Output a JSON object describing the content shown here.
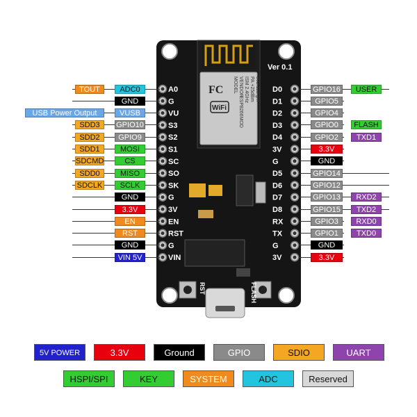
{
  "colors": {
    "5v": "#2222cc",
    "3v3": "#e8000f",
    "ground": "#000000",
    "gpio": "#8a8a8a",
    "sdio": "#f5a623",
    "uart": "#8e44ad",
    "hspi": "#33cc33",
    "key": "#33cc33",
    "system": "#f08a1e",
    "adc": "#22c4e0",
    "reserved": "#d8d8d8",
    "usb": "#6aa7e8"
  },
  "board": {
    "version": "Ver 0.1",
    "module": {
      "text_lines": [
        "MODEL",
        "VENDOR",
        "ESP8266MOD",
        "ISM 2.4GHz",
        "PA +25dBm",
        "802.11b/g/n"
      ]
    },
    "buttons": {
      "reset": "RST",
      "flash": "FLASH"
    },
    "left_pins": [
      "A0",
      "G",
      "VU",
      "S3",
      "S2",
      "S1",
      "SC",
      "SO",
      "SK",
      "G",
      "3V",
      "EN",
      "RST",
      "G",
      "VIN"
    ],
    "right_pins": [
      "D0",
      "D1",
      "D2",
      "D3",
      "D4",
      "3V",
      "G",
      "D5",
      "D6",
      "D7",
      "D8",
      "RX",
      "TX",
      "G",
      "3V"
    ]
  },
  "left_labels": [
    {
      "outer": "TOUT",
      "inner": "ADC0",
      "outer_type": "system",
      "inner_type": "adc"
    },
    {
      "outer": "",
      "inner": "GND",
      "inner_type": "ground"
    },
    {
      "outer": "USB Power Output",
      "inner": "VUSB",
      "outer_type": "usb",
      "inner_type": "usb"
    },
    {
      "outer": "SDD3",
      "inner": "GPIO10",
      "outer_type": "sdio",
      "inner_type": "gpio"
    },
    {
      "outer": "SDD2",
      "inner": "GPIO9",
      "outer_type": "sdio",
      "inner_type": "gpio"
    },
    {
      "outer": "SDD1",
      "inner": "MOSI",
      "outer_type": "sdio",
      "inner_type": "hspi"
    },
    {
      "outer": "SDCMD",
      "inner": "CS",
      "outer_type": "sdio",
      "inner_type": "hspi"
    },
    {
      "outer": "SDD0",
      "inner": "MISO",
      "outer_type": "sdio",
      "inner_type": "hspi"
    },
    {
      "outer": "SDCLK",
      "inner": "SCLK",
      "outer_type": "sdio",
      "inner_type": "hspi"
    },
    {
      "outer": "",
      "inner": "GND",
      "inner_type": "ground"
    },
    {
      "outer": "",
      "inner": "3.3V",
      "inner_type": "3v3"
    },
    {
      "outer": "",
      "inner": "EN",
      "inner_type": "system"
    },
    {
      "outer": "",
      "inner": "RST",
      "inner_type": "system"
    },
    {
      "outer": "",
      "inner": "GND",
      "inner_type": "ground"
    },
    {
      "outer": "",
      "inner": "VIN 5V",
      "inner_type": "5v"
    }
  ],
  "right_labels": [
    {
      "inner": "GPIO16",
      "outer": "USER",
      "inner_type": "gpio",
      "outer_type": "key"
    },
    {
      "inner": "GPIO5",
      "outer": "",
      "inner_type": "gpio"
    },
    {
      "inner": "GPIO4",
      "outer": "",
      "inner_type": "gpio"
    },
    {
      "inner": "GPIO0",
      "outer": "FLASH",
      "inner_type": "gpio",
      "outer_type": "key"
    },
    {
      "inner": "GPIO2",
      "outer": "TXD1",
      "inner_type": "gpio",
      "outer_type": "uart"
    },
    {
      "inner": "3.3V",
      "outer": "",
      "inner_type": "3v3"
    },
    {
      "inner": "GND",
      "outer": "",
      "inner_type": "ground"
    },
    {
      "inner": "GPIO14",
      "outer": "",
      "inner_type": "gpio"
    },
    {
      "inner": "GPIO12",
      "outer": "",
      "inner_type": "gpio"
    },
    {
      "inner": "GPIO13",
      "outer": "RXD2",
      "inner_type": "gpio",
      "outer_type": "uart"
    },
    {
      "inner": "GPIO15",
      "outer": "TXD2",
      "inner_type": "gpio",
      "outer_type": "uart"
    },
    {
      "inner": "GPIO3",
      "outer": "RXD0",
      "inner_type": "gpio",
      "outer_type": "uart"
    },
    {
      "inner": "GPIO1",
      "outer": "TXD0",
      "inner_type": "gpio",
      "outer_type": "uart"
    },
    {
      "inner": "GND",
      "outer": "",
      "inner_type": "ground"
    },
    {
      "inner": "3.3V",
      "outer": "",
      "inner_type": "3v3"
    }
  ],
  "legend": [
    {
      "label": "5V POWER",
      "type": "5v"
    },
    {
      "label": "3.3V",
      "type": "3v3"
    },
    {
      "label": "Ground",
      "type": "ground"
    },
    {
      "label": "GPIO",
      "type": "gpio"
    },
    {
      "label": "SDIO",
      "type": "sdio"
    },
    {
      "label": "UART",
      "type": "uart"
    },
    {
      "label": "HSPI/SPI",
      "type": "hspi"
    },
    {
      "label": "KEY",
      "type": "key"
    },
    {
      "label": "SYSTEM",
      "type": "system"
    },
    {
      "label": "ADC",
      "type": "adc"
    },
    {
      "label": "Reserved",
      "type": "reserved"
    }
  ]
}
